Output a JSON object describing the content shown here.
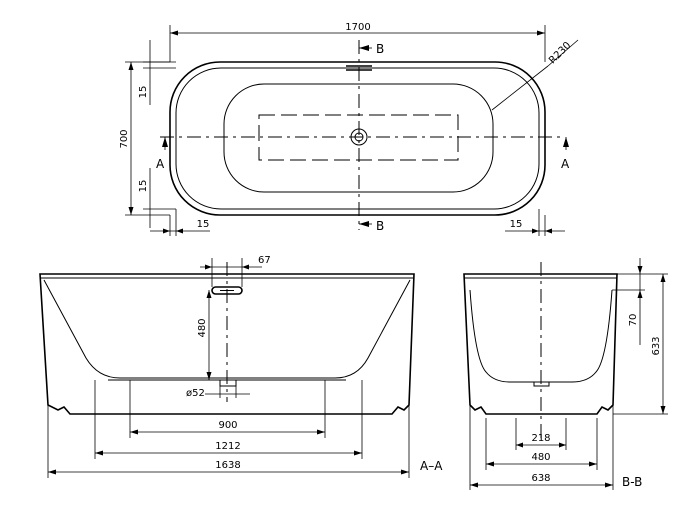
{
  "top_view": {
    "length": "1700",
    "width": "700",
    "radius": "R230",
    "rim_left": "15",
    "rim_right": "15",
    "rim_top": "15",
    "rim_bottom": "15",
    "section_b_top": "B",
    "section_b_bottom": "B",
    "section_a_left": "A",
    "section_a_right": "A"
  },
  "section_aa": {
    "overflow_width": "67",
    "overflow_height": "480",
    "drain_diameter": "ø52",
    "inner_bottom": "900",
    "outer_bottom": "1212",
    "total_length": "1638",
    "view_label": "A–A"
  },
  "section_bb": {
    "rim_height": "70",
    "total_height": "633",
    "drain_width": "218",
    "bottom_width": "480",
    "total_width": "638",
    "view_label": "B-B"
  }
}
